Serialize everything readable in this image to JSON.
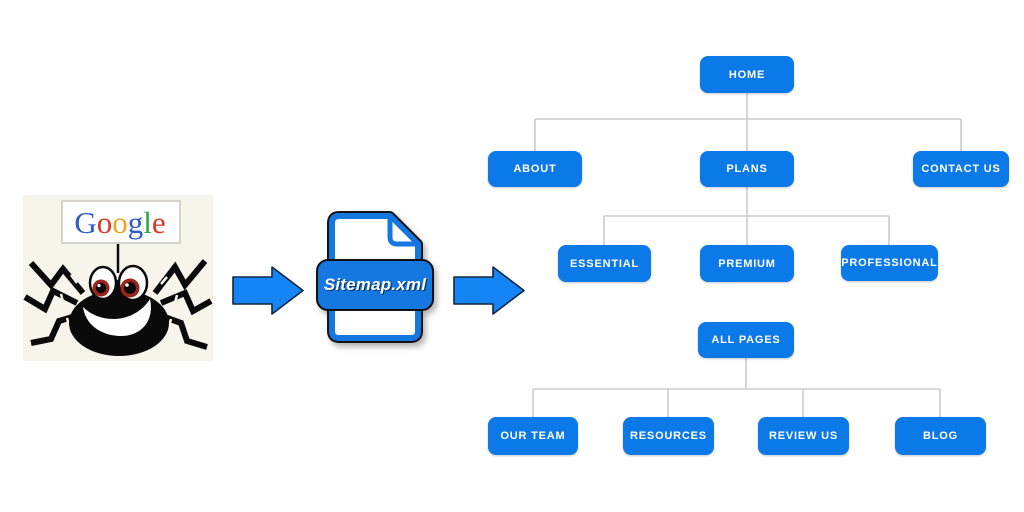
{
  "title": "Google crawler to Sitemap.xml to website page tree diagram",
  "colors": {
    "node_blue": "#0c79e8",
    "arrow_blue": "#1585f6",
    "arrow_border": "#14263f",
    "connector_gray": "#cbcbcb",
    "file_border_blue": "#1577e0",
    "file_band_blue": "#1577e0",
    "spider_background": "#f7f4ec",
    "google_blue": "#2f5bc4",
    "google_red": "#d8382b",
    "google_yellow": "#efa31a",
    "google_green": "#30a345"
  },
  "crawler": {
    "icon": "google-spider-crawler-icon",
    "logo": {
      "text": "Google",
      "letters": [
        {
          "ch": "G",
          "color": "#2f5bc4"
        },
        {
          "ch": "o",
          "color": "#d8382b"
        },
        {
          "ch": "o",
          "color": "#efa31a"
        },
        {
          "ch": "g",
          "color": "#2f5bc4"
        },
        {
          "ch": "l",
          "color": "#30a345"
        },
        {
          "ch": "e",
          "color": "#d8382b"
        }
      ]
    }
  },
  "flow": {
    "arrow1_icon": "arrow-right-icon",
    "arrow2_icon": "arrow-right-icon",
    "file_icon": "xml-file-icon",
    "file_label": "Sitemap.xml"
  },
  "tree": {
    "nodes": [
      {
        "id": "home",
        "label": "HOME"
      },
      {
        "id": "about",
        "label": "ABOUT"
      },
      {
        "id": "plans",
        "label": "PLANS"
      },
      {
        "id": "contact-us",
        "label": "CONTACT US"
      },
      {
        "id": "essential",
        "label": "ESSENTIAL"
      },
      {
        "id": "premium",
        "label": "PREMIUM"
      },
      {
        "id": "professional",
        "label": "PROFESSIONAL"
      },
      {
        "id": "all-pages",
        "label": "ALL PAGES"
      },
      {
        "id": "our-team",
        "label": "OUR TEAM"
      },
      {
        "id": "resources",
        "label": "RESOURCES"
      },
      {
        "id": "review-us",
        "label": "REVIEW US"
      },
      {
        "id": "blog",
        "label": "BLOG"
      }
    ]
  }
}
